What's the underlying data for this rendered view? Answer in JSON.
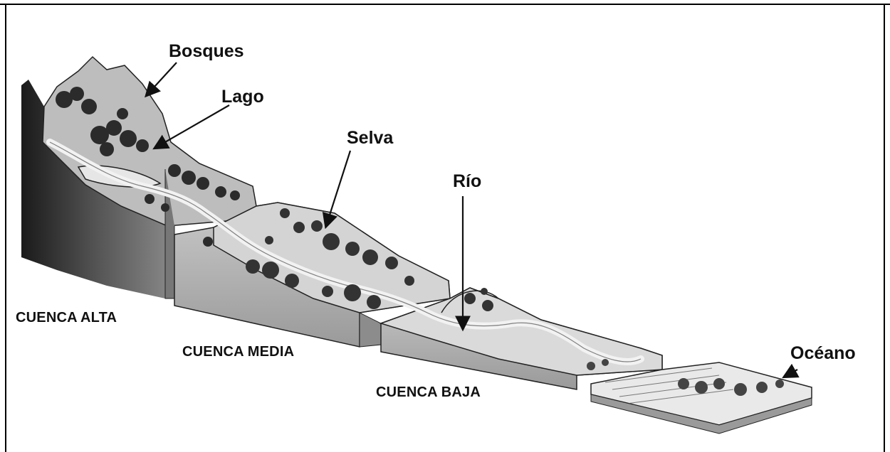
{
  "labels": {
    "bosques": "Bosques",
    "lago": "Lago",
    "selva": "Selva",
    "rio": "Río",
    "oceano": "Océano"
  },
  "zones": {
    "alta": "CUENCA ALTA",
    "media": "CUENCA MEDIA",
    "baja": "CUENCA BAJA"
  }
}
